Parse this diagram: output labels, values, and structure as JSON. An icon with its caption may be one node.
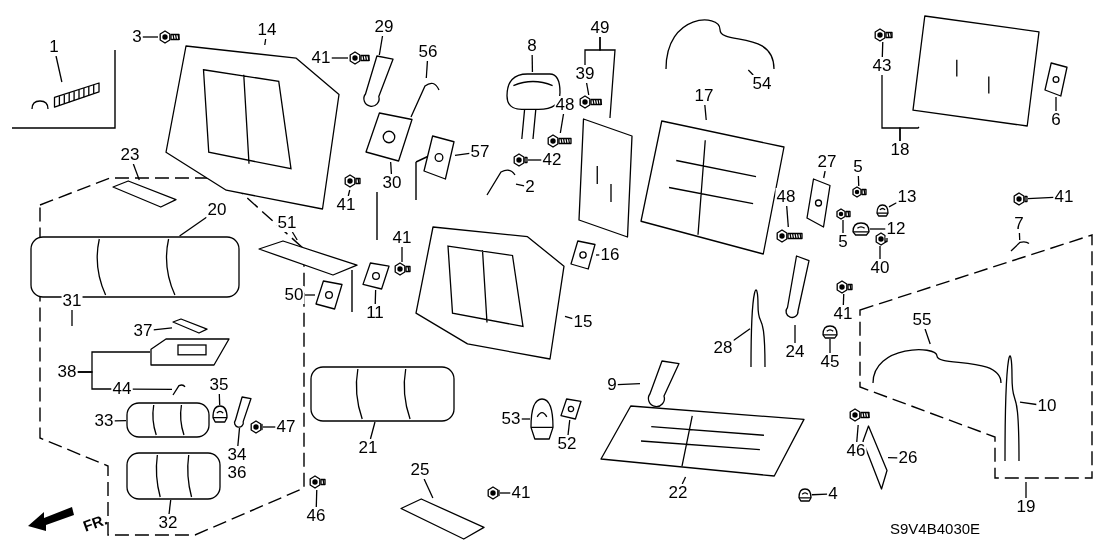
{
  "diagram": {
    "nodes": [
      {
        "text": [
          "1"
        ]
      },
      {
        "text": [
          "3"
        ]
      },
      {
        "text": [
          "14"
        ]
      },
      {
        "text": [
          "29"
        ]
      },
      {
        "text": [
          "41"
        ]
      },
      {
        "text": [
          "56"
        ]
      },
      {
        "text": [
          "8"
        ]
      },
      {
        "text": [
          "49"
        ]
      },
      {
        "text": [
          "39"
        ]
      },
      {
        "text": [
          "54"
        ]
      },
      {
        "text": [
          "17"
        ]
      },
      {
        "text": [
          "43"
        ]
      },
      {
        "text": [
          "6"
        ]
      },
      {
        "text": [
          "18"
        ]
      },
      {
        "text": [
          "48"
        ]
      },
      {
        "text": [
          "42"
        ]
      },
      {
        "text": [
          "23"
        ]
      },
      {
        "text": [
          "41"
        ]
      },
      {
        "text": [
          "30"
        ]
      },
      {
        "text": [
          "57"
        ]
      },
      {
        "text": [
          "2"
        ]
      },
      {
        "text": [
          "20"
        ]
      },
      {
        "text": [
          "27"
        ]
      },
      {
        "text": [
          "5"
        ]
      },
      {
        "text": [
          "48"
        ]
      },
      {
        "text": [
          "13"
        ]
      },
      {
        "text": [
          "5"
        ]
      },
      {
        "text": [
          "12"
        ]
      },
      {
        "text": [
          "40"
        ]
      },
      {
        "text": [
          "41"
        ]
      },
      {
        "text": [
          "7"
        ]
      },
      {
        "text": [
          "16"
        ]
      },
      {
        "text": [
          "51"
        ]
      },
      {
        "text": [
          "41"
        ]
      },
      {
        "text": [
          "50"
        ]
      },
      {
        "text": [
          "11"
        ]
      },
      {
        "text": [
          "15"
        ]
      },
      {
        "text": [
          "24"
        ]
      },
      {
        "text": [
          "41"
        ]
      },
      {
        "text": [
          "45"
        ]
      },
      {
        "text": [
          "55"
        ]
      },
      {
        "text": [
          "31"
        ]
      },
      {
        "text": [
          "37"
        ]
      },
      {
        "text": [
          "38"
        ]
      },
      {
        "text": [
          "44"
        ]
      },
      {
        "text": [
          "35"
        ]
      },
      {
        "text": [
          "33"
        ]
      },
      {
        "text": [
          "47"
        ]
      },
      {
        "text": [
          "34"
        ]
      },
      {
        "text": [
          "28"
        ]
      },
      {
        "text": [
          "9"
        ]
      },
      {
        "text": [
          "53"
        ]
      },
      {
        "text": [
          "21"
        ]
      },
      {
        "text": [
          "52"
        ]
      },
      {
        "text": [
          "10"
        ]
      },
      {
        "text": [
          "46"
        ]
      },
      {
        "text": [
          "26"
        ]
      },
      {
        "text": [
          "32"
        ]
      },
      {
        "text": [
          "25"
        ]
      },
      {
        "text": [
          "41"
        ]
      },
      {
        "text": [
          "46"
        ]
      },
      {
        "text": [
          "22"
        ]
      },
      {
        "text": [
          "4"
        ]
      },
      {
        "text": [
          "19"
        ]
      },
      {
        "text": [],
        "shape": "picture"
      },
      {
        "text": [],
        "shape": "picture"
      },
      {
        "text": [],
        "shape": "picture"
      },
      {
        "text": [],
        "shape": "picture"
      },
      {
        "text": [],
        "shape": "picture"
      },
      {
        "text": [],
        "shape": "picture"
      },
      {
        "text": [],
        "shape": "picture"
      },
      {
        "text": [],
        "shape": "picture"
      },
      {
        "text": [],
        "shape": "picture"
      },
      {
        "text": [],
        "shape": "picture"
      },
      {
        "text": [],
        "shape": "picture"
      },
      {
        "text": [],
        "shape": "picture"
      },
      {
        "text": [],
        "shape": "picture"
      },
      {
        "text": [],
        "shape": "picture"
      },
      {
        "text": [],
        "shape": "picture"
      },
      {
        "text": [],
        "shape": "picture"
      },
      {
        "text": [],
        "shape": "picture"
      },
      {
        "text": [],
        "shape": "picture"
      },
      {
        "text": [],
        "shape": "picture"
      },
      {
        "text": [],
        "shape": "picture"
      },
      {
        "text": [],
        "shape": "picture"
      },
      {
        "text": [],
        "shape": "picture"
      },
      {
        "text": [],
        "shape": "picture"
      },
      {
        "text": [],
        "shape": "picture"
      },
      {
        "text": [],
        "shape": "picture"
      },
      {
        "text": [],
        "shape": "picture"
      },
      {
        "text": [],
        "shape": "picture"
      },
      {
        "text": [],
        "shape": "picture"
      },
      {
        "text": [],
        "shape": "picture"
      },
      {
        "text": [],
        "shape": "picture"
      },
      {
        "text": [],
        "shape": "picture"
      },
      {
        "text": [],
        "shape": "picture"
      },
      {
        "text": [],
        "shape": "picture"
      },
      {
        "text": [],
        "shape": "picture"
      },
      {
        "text": [],
        "shape": "picture"
      },
      {
        "text": [],
        "shape": "picture"
      },
      {
        "text": [],
        "shape": "picture"
      },
      {
        "text": [],
        "shape": "picture"
      },
      {
        "text": [],
        "shape": "picture"
      },
      {
        "text": [],
        "shape": "picture"
      },
      {
        "text": [],
        "shape": "picture"
      },
      {
        "text": [],
        "shape": "picture"
      },
      {
        "text": [],
        "shape": "picture"
      },
      {
        "text": [],
        "shape": "picture"
      },
      {
        "text": [],
        "shape": "picture"
      },
      {
        "text": [],
        "shape": "picture"
      },
      {
        "text": [],
        "shape": "picture"
      },
      {
        "text": [],
        "shape": "picture"
      },
      {
        "text": [],
        "shape": "picture"
      },
      {
        "text": [],
        "shape": "picture"
      },
      {
        "text": [],
        "shape": "picture"
      },
      {
        "text": [],
        "shape": "picture"
      },
      {
        "text": [],
        "shape": "picture"
      },
      {
        "text": [],
        "shape": "picture"
      },
      {
        "text": [],
        "shape": "picture"
      },
      {
        "text": [],
        "shape": "picture"
      },
      {
        "text": [],
        "shape": "picture"
      },
      {
        "text": [],
        "shape": "picture"
      },
      {
        "text": [],
        "shape": "picture"
      },
      {
        "text": [],
        "shape": "picture"
      },
      {
        "text": [],
        "shape": "picture"
      },
      {
        "text": [],
        "shape": "picture"
      }
    ],
    "edges": [
      {
        "from": 0,
        "to": 64,
        "arrow": "none"
      },
      {
        "from": 1,
        "to": 65,
        "arrow": "none"
      },
      {
        "from": 2,
        "to": 66,
        "arrow": "none"
      },
      {
        "from": 3,
        "to": 67,
        "arrow": "none"
      },
      {
        "from": 4,
        "to": 68,
        "arrow": "none"
      },
      {
        "from": 5,
        "to": 69,
        "arrow": "none"
      },
      {
        "from": 6,
        "to": 70,
        "arrow": "none"
      },
      {
        "from": 7,
        "to": 71,
        "arrow": "none"
      },
      {
        "from": 8,
        "to": 72,
        "arrow": "none"
      },
      {
        "from": 9,
        "to": 73,
        "arrow": "none"
      },
      {
        "from": 10,
        "to": 74,
        "arrow": "none"
      },
      {
        "from": 11,
        "to": 75,
        "arrow": "none"
      },
      {
        "from": 12,
        "to": 76,
        "arrow": "none"
      },
      {
        "from": 13,
        "to": 77,
        "arrow": "none"
      },
      {
        "from": 14,
        "to": 78,
        "arrow": "none"
      },
      {
        "from": 15,
        "to": 79,
        "arrow": "none"
      },
      {
        "from": 16,
        "to": 80,
        "arrow": "none"
      },
      {
        "from": 17,
        "to": 81,
        "arrow": "none"
      },
      {
        "from": 18,
        "to": 82,
        "arrow": "none"
      },
      {
        "from": 19,
        "to": 83,
        "arrow": "none"
      },
      {
        "from": 20,
        "to": 84,
        "arrow": "none"
      },
      {
        "from": 21,
        "to": 85,
        "arrow": "none"
      },
      {
        "from": 22,
        "to": 86,
        "arrow": "none"
      },
      {
        "from": 23,
        "to": 87,
        "arrow": "none"
      },
      {
        "from": 24,
        "to": 88,
        "arrow": "none"
      },
      {
        "from": 25,
        "to": 89,
        "arrow": "none"
      },
      {
        "from": 26,
        "to": 90,
        "arrow": "none"
      },
      {
        "from": 27,
        "to": 91,
        "arrow": "none"
      },
      {
        "from": 28,
        "to": 92,
        "arrow": "none"
      },
      {
        "from": 29,
        "to": 93,
        "arrow": "none"
      },
      {
        "from": 30,
        "to": 94,
        "arrow": "none"
      },
      {
        "from": 31,
        "to": 95,
        "arrow": "none"
      },
      {
        "from": 32,
        "to": 96,
        "arrow": "none"
      },
      {
        "from": 33,
        "to": 97,
        "arrow": "none"
      },
      {
        "from": 34,
        "to": 98,
        "arrow": "none"
      },
      {
        "from": 35,
        "to": 99,
        "arrow": "none"
      },
      {
        "from": 36,
        "to": 100,
        "arrow": "none"
      },
      {
        "from": 37,
        "to": 101,
        "arrow": "none"
      },
      {
        "from": 38,
        "to": 102,
        "arrow": "none"
      },
      {
        "from": 39,
        "to": 103,
        "arrow": "none"
      },
      {
        "from": 40,
        "to": 104,
        "arrow": "none"
      },
      {
        "from": 41,
        "to": null,
        "arrow": "none"
      },
      {
        "from": 42,
        "to": 105,
        "arrow": "none"
      },
      {
        "from": 43,
        "to": 106,
        "arrow": "none"
      },
      {
        "from": 44,
        "to": 107,
        "arrow": "none"
      },
      {
        "from": 45,
        "to": 108,
        "arrow": "none"
      },
      {
        "from": 46,
        "to": 109,
        "arrow": "none"
      },
      {
        "from": 47,
        "to": 110,
        "arrow": "none"
      },
      {
        "from": 48,
        "to": 111,
        "arrow": "none"
      },
      {
        "from": 49,
        "to": 112,
        "arrow": "none"
      },
      {
        "from": 50,
        "to": 113,
        "arrow": "none"
      },
      {
        "from": 51,
        "to": 114,
        "arrow": "none"
      },
      {
        "from": 52,
        "to": 115,
        "arrow": "none"
      },
      {
        "from": 53,
        "to": 116,
        "arrow": "none"
      },
      {
        "from": 54,
        "to": 117,
        "arrow": "none"
      },
      {
        "from": 55,
        "to": 118,
        "arrow": "none"
      },
      {
        "from": 56,
        "to": 119,
        "arrow": "none"
      },
      {
        "from": 57,
        "to": 120,
        "arrow": "none"
      },
      {
        "from": 58,
        "to": 121,
        "arrow": "none"
      },
      {
        "from": 59,
        "to": 122,
        "arrow": "none"
      },
      {
        "from": 60,
        "to": 123,
        "arrow": "none"
      },
      {
        "from": 61,
        "to": 124,
        "arrow": "none"
      },
      {
        "from": 62,
        "to": 125,
        "arrow": "none"
      },
      {
        "from": 63,
        "to": null,
        "arrow": "none"
      },
      {
        "from": 7,
        "to": 8,
        "arrow": "none"
      },
      {
        "from": 43,
        "to": 44,
        "arrow": "none"
      },
      {
        "from": 13,
        "to": 11,
        "arrow": "none"
      }
    ],
    "labels": [
      "36",
      "FR.",
      "S9V4B4030E"
    ]
  }
}
